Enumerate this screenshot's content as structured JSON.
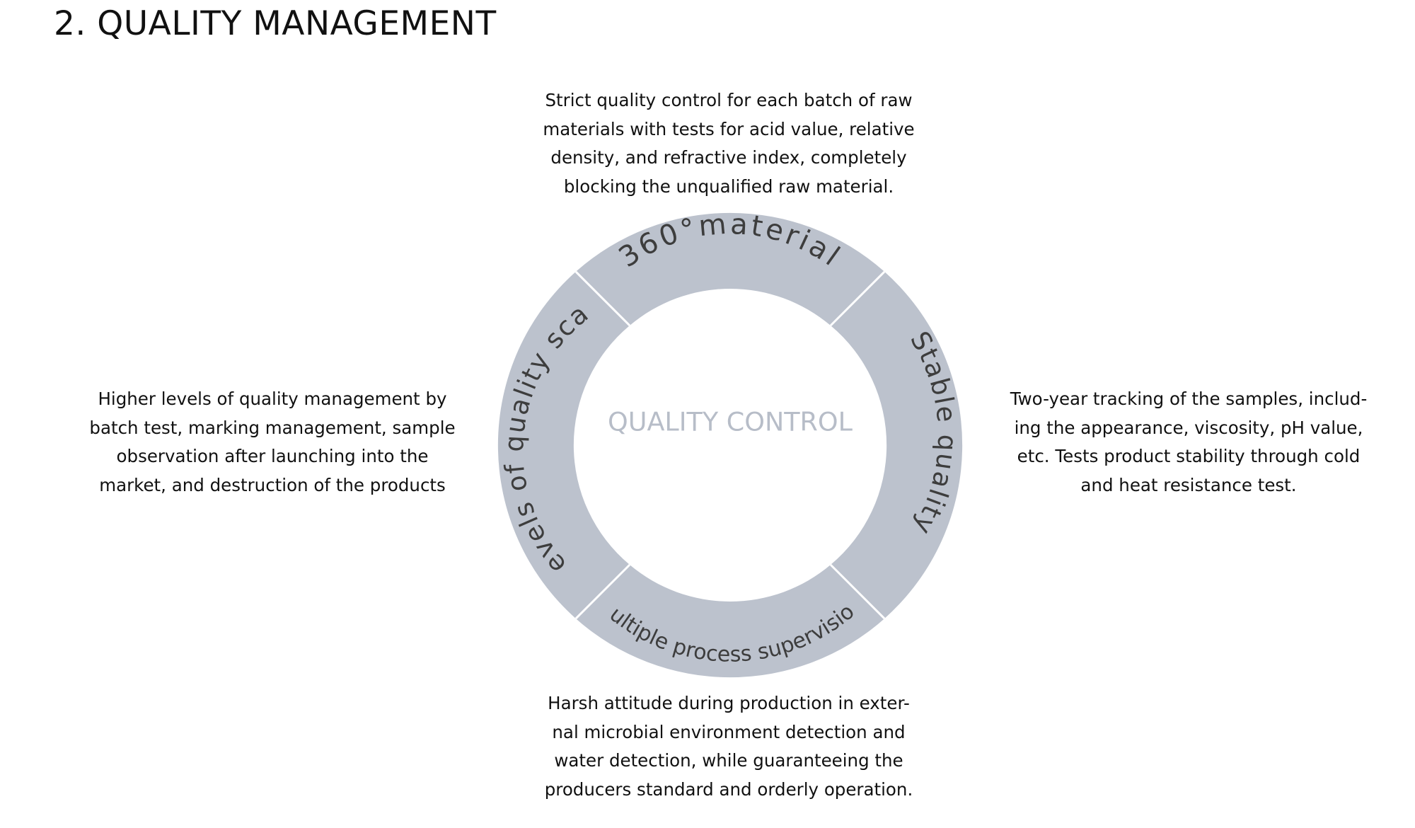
{
  "page": {
    "title": "2. QUALITY MANAGEMENT"
  },
  "diagram": {
    "center_label": "QUALITY CONTROL",
    "segments": [
      {
        "id": "top",
        "label": "360°material"
      },
      {
        "id": "right",
        "label": "Stable quality"
      },
      {
        "id": "bottom",
        "label": "Multiple process supervision"
      },
      {
        "id": "left",
        "label": "Levels of quality scan"
      }
    ],
    "colors": {
      "ring": "#bcc2cd",
      "ring_text": "#3d3d3d",
      "center_text": "#b7bdc8",
      "separator": "#ffffff"
    }
  },
  "descriptions": {
    "top": [
      "Strict quality control for each batch of raw",
      "materials with tests for acid value, relative",
      "density, and refractive index, completely",
      "blocking the unqualified raw material."
    ],
    "left": [
      "Higher levels of quality management by",
      "batch test, marking management, sample",
      "observation after launching into the",
      "market, and destruction of the products"
    ],
    "right": [
      "Two-year tracking of the samples, includ-",
      "ing the appearance, viscosity, pH value,",
      "etc. Tests product stability through cold",
      "and heat resistance test."
    ],
    "bottom": [
      "Harsh attitude during production in exter-",
      "nal microbial environment detection and",
      "water detection, while guaranteeing the",
      "producers standard and orderly operation."
    ]
  }
}
